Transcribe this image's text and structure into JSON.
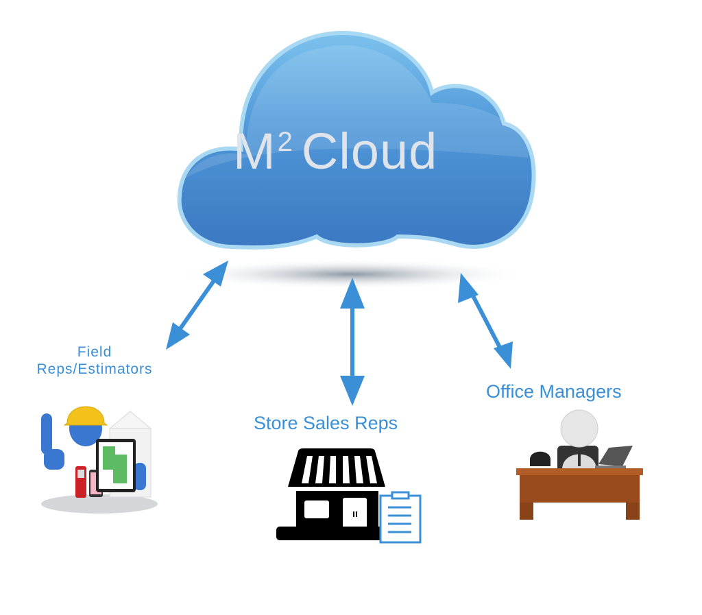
{
  "diagram": {
    "cloud": {
      "title_main": "M",
      "title_sup": "2",
      "title_rest": "Cloud",
      "fill_color": "#4a8ed3",
      "highlight_color": "#7cc2ee"
    },
    "arrow_color": "#3a8fd6",
    "label_color": "#3a8fd6",
    "nodes": [
      {
        "id": "field",
        "label_line1": "Field",
        "label_line2": "Reps/Estimators",
        "icon": "field-worker-with-tablet-icon"
      },
      {
        "id": "store",
        "label": "Store Sales Reps",
        "icon": "storefront-with-clipboard-icon"
      },
      {
        "id": "office",
        "label": "Office Managers",
        "icon": "manager-at-desk-icon"
      }
    ],
    "connections": [
      {
        "from": "M2 Cloud",
        "to": "Field Reps/Estimators",
        "type": "bidirectional"
      },
      {
        "from": "M2 Cloud",
        "to": "Store Sales Reps",
        "type": "bidirectional"
      },
      {
        "from": "M2 Cloud",
        "to": "Office Managers",
        "type": "bidirectional"
      }
    ]
  }
}
